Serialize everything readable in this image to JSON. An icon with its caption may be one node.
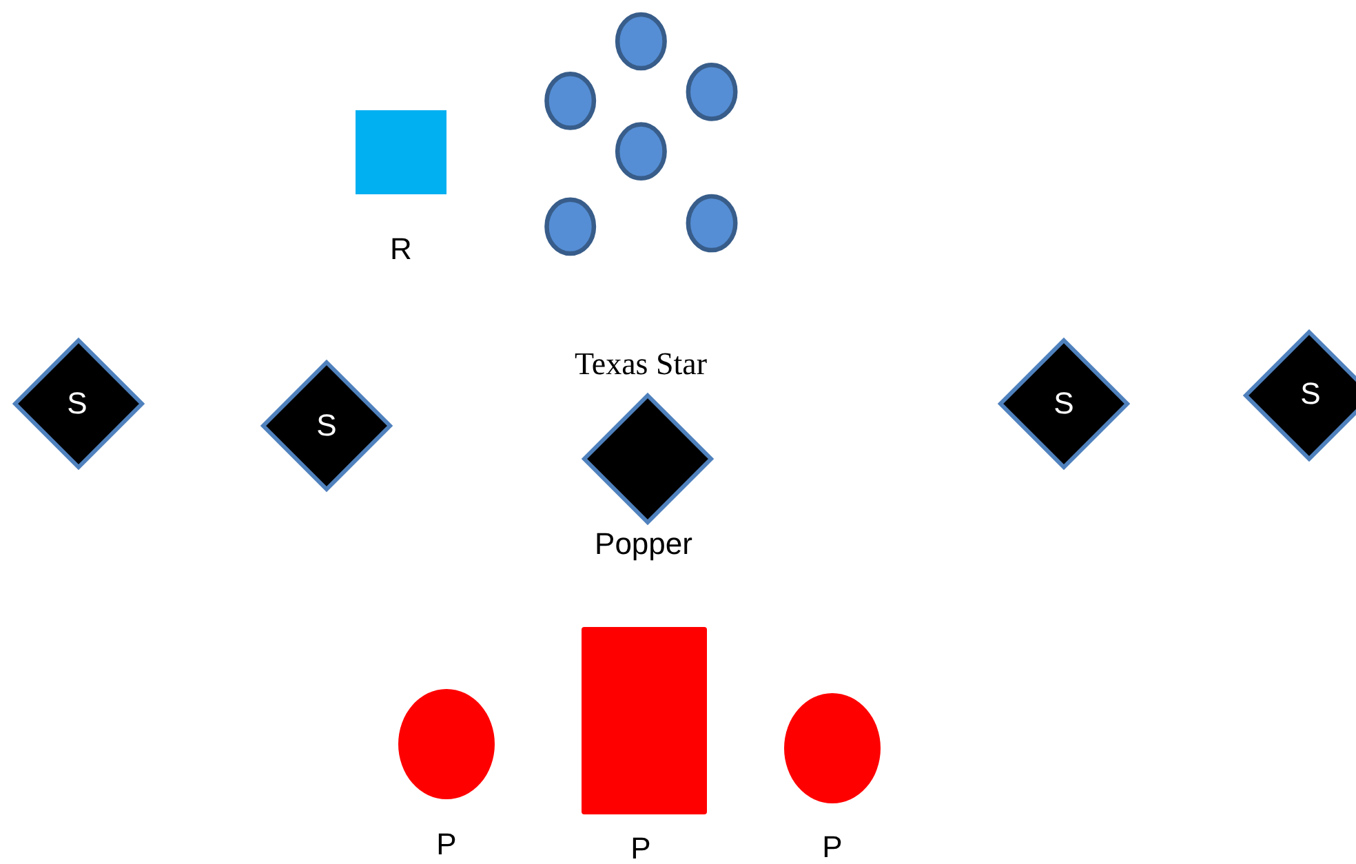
{
  "diagram": {
    "nodes": [
      {
        "text": [
          "R"
        ]
      },
      {
        "text": [
          "Texas Star"
        ]
      },
      {
        "text": [
          "S"
        ]
      },
      {
        "text": [
          "S"
        ]
      },
      {
        "text": [
          "Popper"
        ]
      },
      {
        "text": [
          "S"
        ]
      },
      {
        "text": [
          "S"
        ]
      },
      {
        "text": [
          "P"
        ]
      },
      {
        "text": [
          "P"
        ]
      },
      {
        "text": [
          "P"
        ]
      }
    ],
    "edges": []
  }
}
